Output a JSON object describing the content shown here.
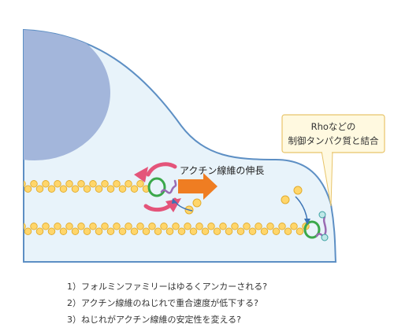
{
  "colors": {
    "cell_fill": "#e8f3fa",
    "cell_stroke": "#5d8fc4",
    "nucleus_fill": "#a3b6db",
    "actin_bead": "#ffd66b",
    "actin_bead_stroke": "#e2ac2e",
    "arrow_orange": "#ef7d22",
    "rotation_arrow": "#e4547a",
    "formin_ring": "#3aa84a",
    "rho_squiggle": "#9a6bb3",
    "callout_fill": "#fff9e0",
    "callout_stroke": "#e8c46a",
    "small_arrow": "#3b73b5"
  },
  "callout": {
    "line1": "Rhoなどの",
    "line2": "制御タンパク質と結合"
  },
  "elongation_label": "アクチン線維の伸長",
  "questions": [
    "1）フォルミンファミリーはゆるくアンカーされる?",
    "2）アクチン線維のねじれで重合速度が低下する?",
    "3）ねじれがアクチン線維の安定性を変える?"
  ]
}
